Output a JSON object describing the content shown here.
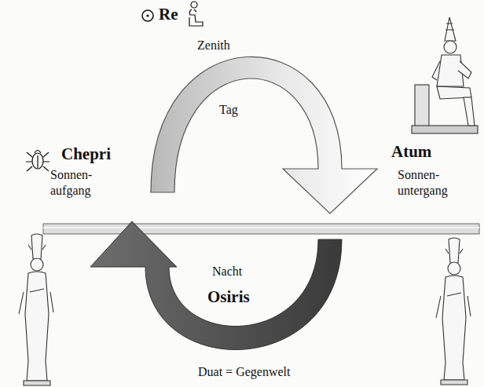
{
  "diagram": {
    "labels": [
      "Re",
      "Zenith",
      "Chepri",
      "Sonnen- aufgang",
      "Atum",
      "Sonnen- untergang",
      "Tag",
      "Nacht",
      "Osiris",
      "Duat = Gegenwelt"
    ]
  }
}
